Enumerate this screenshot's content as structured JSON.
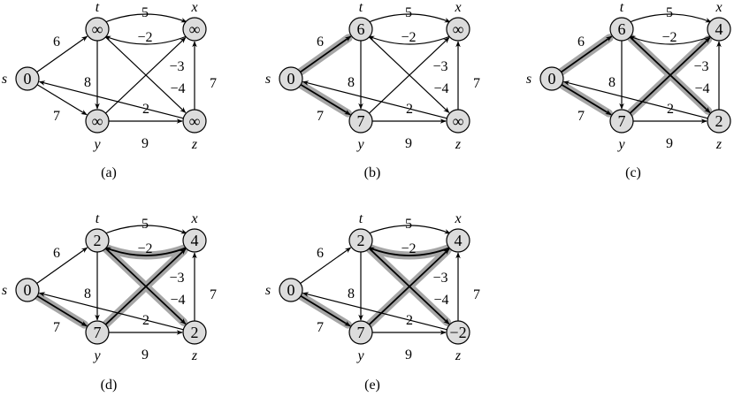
{
  "figure": {
    "panels": [
      {
        "caption": "(a)",
        "distances": {
          "s": "0",
          "t": "∞",
          "x": "∞",
          "y": "∞",
          "z": "∞"
        },
        "shaded_edges": []
      },
      {
        "caption": "(b)",
        "distances": {
          "s": "0",
          "t": "6",
          "x": "∞",
          "y": "7",
          "z": "∞"
        },
        "shaded_edges": [
          "s-t",
          "s-y"
        ]
      },
      {
        "caption": "(c)",
        "distances": {
          "s": "0",
          "t": "6",
          "x": "4",
          "y": "7",
          "z": "2"
        },
        "shaded_edges": [
          "s-t",
          "s-y",
          "y-x",
          "t-z"
        ]
      },
      {
        "caption": "(d)",
        "distances": {
          "s": "0",
          "t": "2",
          "x": "4",
          "y": "7",
          "z": "2"
        },
        "shaded_edges": [
          "s-y",
          "y-x",
          "x-t",
          "t-z"
        ]
      },
      {
        "caption": "(e)",
        "distances": {
          "s": "0",
          "t": "2",
          "x": "4",
          "y": "7",
          "z": "−2"
        },
        "shaded_edges": [
          "s-y",
          "y-x",
          "x-t",
          "t-z"
        ]
      }
    ],
    "vertex_names": {
      "s": "s",
      "t": "t",
      "x": "x",
      "y": "y",
      "z": "z"
    },
    "edges": [
      {
        "id": "s-t",
        "from": "s",
        "to": "t",
        "weight": "6"
      },
      {
        "id": "s-y",
        "from": "s",
        "to": "y",
        "weight": "7"
      },
      {
        "id": "t-x",
        "from": "t",
        "to": "x",
        "weight": "5"
      },
      {
        "id": "x-t",
        "from": "x",
        "to": "t",
        "weight": "−2"
      },
      {
        "id": "t-y",
        "from": "t",
        "to": "y",
        "weight": "8"
      },
      {
        "id": "t-z",
        "from": "t",
        "to": "z",
        "weight": "−4"
      },
      {
        "id": "y-x",
        "from": "y",
        "to": "x",
        "weight": "−3"
      },
      {
        "id": "y-z",
        "from": "y",
        "to": "z",
        "weight": "9"
      },
      {
        "id": "z-x",
        "from": "z",
        "to": "x",
        "weight": "7"
      },
      {
        "id": "z-s",
        "from": "z",
        "to": "s",
        "weight": "2"
      }
    ]
  }
}
